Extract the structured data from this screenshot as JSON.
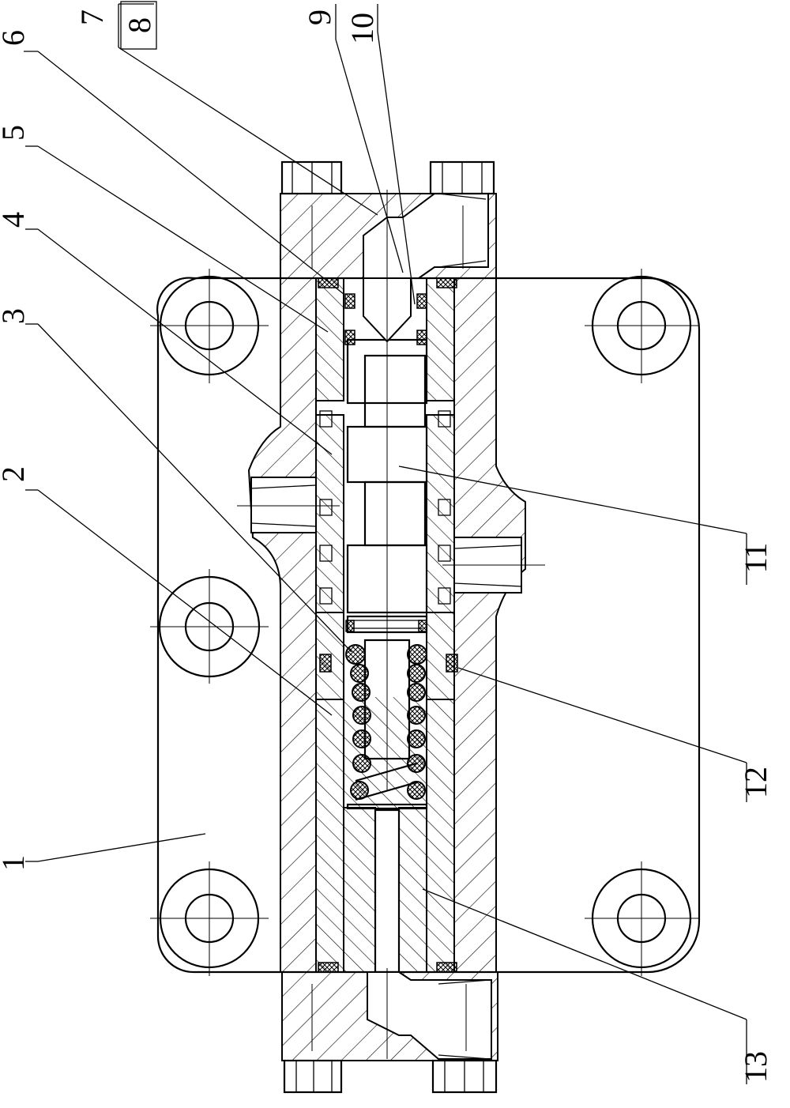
{
  "drawing": {
    "ink_color": "#000000",
    "paper_color": "#ffffff",
    "callouts": [
      "1",
      "2",
      "3",
      "4",
      "5",
      "6",
      "7",
      "8",
      "9",
      "10",
      "11",
      "12",
      "13"
    ]
  }
}
